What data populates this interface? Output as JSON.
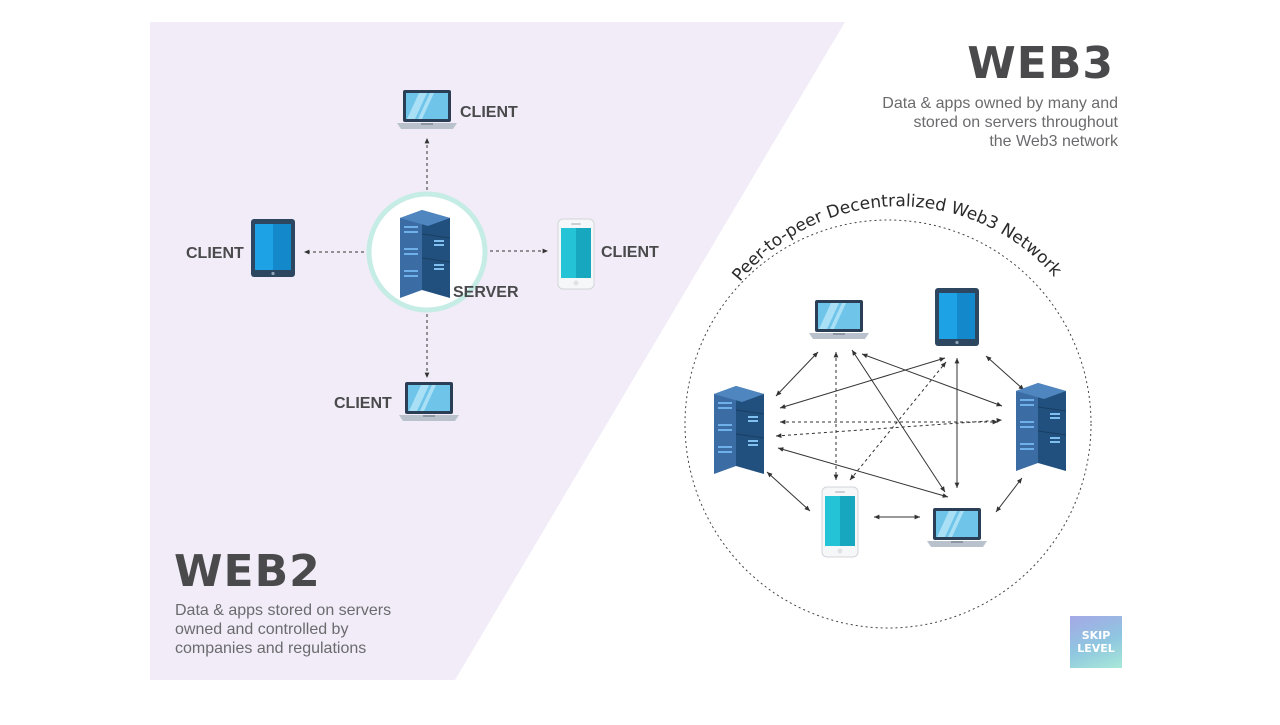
{
  "web2": {
    "title": "WEB2",
    "description": "Data & apps stored on servers\nowned and controlled by\ncompanies and regulations",
    "server_label": "SERVER",
    "client_labels": [
      "CLIENT",
      "CLIENT",
      "CLIENT",
      "CLIENT"
    ]
  },
  "web3": {
    "title": "WEB3",
    "description": "Data & apps owned by many and\nstored on servers throughout\nthe Web3 network",
    "network_label": "Peer-to-peer Decentralized Web3 Network"
  },
  "logo": {
    "line1": "SKIP",
    "line2": "LEVEL"
  },
  "colors": {
    "web2_background": "#f1ecf7",
    "server_ring": "#c6ece6",
    "server_body": "#2e5f8f",
    "device_screen": "#22b3e0",
    "text_dark": "#4a4a4c"
  }
}
